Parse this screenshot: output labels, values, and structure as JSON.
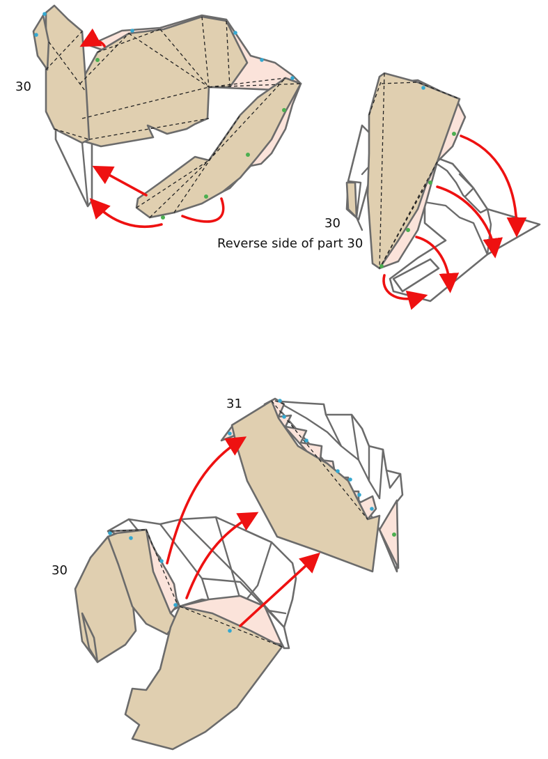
{
  "labels": {
    "step1_part": "30",
    "step2_part": "30",
    "step2_caption": "Reverse side of part 30",
    "step3_part30": "30",
    "step3_part31": "31"
  },
  "colors": {
    "part_face": "#e0cfb0",
    "glue_tab": "#fbe3da",
    "arrow": "#ee1111",
    "dot_blue": "#35a8d0",
    "dot_green": "#4caf50",
    "outline": "#6b6b6b"
  }
}
